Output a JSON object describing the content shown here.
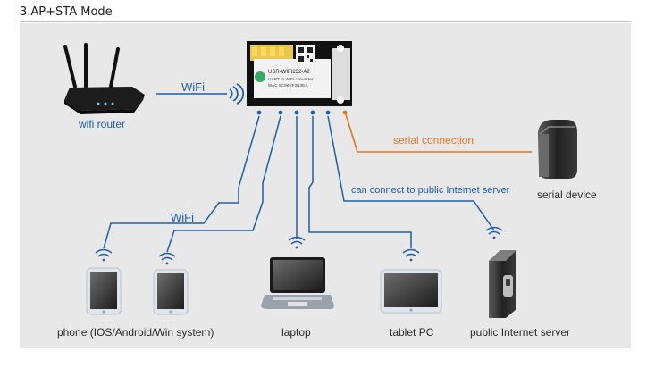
{
  "page": {
    "title": "3.AP+STA Mode"
  },
  "labels": {
    "wifi_top": "WiFi",
    "wifi_router": "wifi router",
    "serial_connection": "serial connection",
    "serial_device": "serial device",
    "public_server_link": "can connect to public Internet server",
    "wifi_left": "WiFi",
    "phone": "phone (IOS/Android/Win system)",
    "laptop": "laptop",
    "tablet": "tablet PC",
    "public_server": "public Internet server"
  },
  "module": {
    "line1": "USR-WIFI232-A2",
    "line2": "UART to WiFi converter",
    "line3": "MAC 9C96EF2B3EA"
  },
  "colors": {
    "wifi_link": "#1f5fa8",
    "serial_link": "#e3761f",
    "background_panel": "#e8e8e8"
  },
  "icons": [
    "router-icon",
    "wifi-signal-icon",
    "wifi-module-icon",
    "serial-device-icon",
    "phone-icon",
    "laptop-icon",
    "tablet-icon",
    "server-icon"
  ]
}
